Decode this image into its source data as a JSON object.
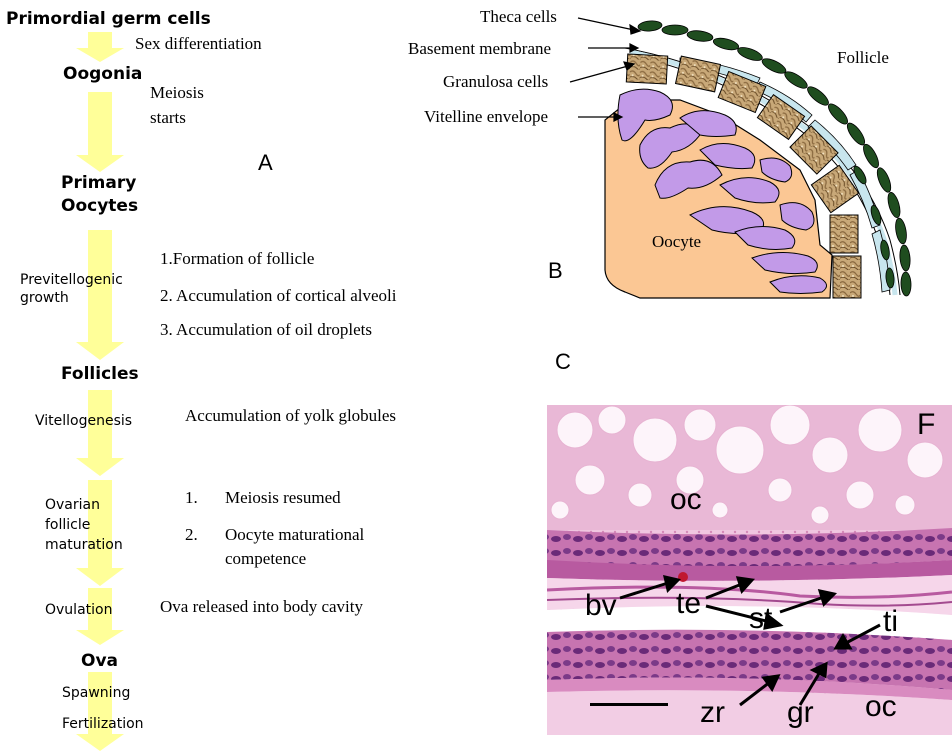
{
  "panel_a": {
    "label": "A",
    "stages": {
      "primordial": "Primordial germ cells",
      "oogonia": "Oogonia",
      "primary_line1": "Primary",
      "primary_line2": "Oocytes",
      "follicles": "Follicles",
      "ova": "Ova"
    },
    "processes": {
      "previtellogenic_line1": "Previtellogenic",
      "previtellogenic_line2": "growth",
      "vitellogenesis": "Vitellogenesis",
      "ovarian_line1": "Ovarian",
      "ovarian_line2": "follicle",
      "ovarian_line3": "maturation",
      "ovulation": "Ovulation",
      "spawning": "Spawning",
      "fertilization": "Fertilization"
    },
    "notes": {
      "sex_diff": "Sex differentiation",
      "meiosis_line1": "Meiosis",
      "meiosis_line2": "starts",
      "previt_1": "1.Formation of follicle",
      "previt_2": "2. Accumulation of cortical alveoli",
      "previt_3": "3. Accumulation of oil droplets",
      "vitello": "Accumulation of yolk globules",
      "mat_1_num": "1.",
      "mat_1_text": "Meiosis resumed",
      "mat_2_num": "2.",
      "mat_2_text_line1": "Oocyte maturational",
      "mat_2_text_line2": "competence",
      "ovulation_note": "Ova released into body cavity"
    },
    "arrow_color": "#ffff99"
  },
  "panel_b": {
    "label": "B",
    "labels": {
      "theca": "Theca cells",
      "basement": "Basement membrane",
      "granulosa": "Granulosa cells",
      "vitelline": "Vitelline envelope",
      "follicle": "Follicle",
      "oocyte": "Oocyte"
    },
    "colors": {
      "theca": "#1f4d1f",
      "basement": "#c8e6ee",
      "granulosa": "#c8a878",
      "vitelline": "#c29ae8",
      "oocyte": "#fbc794"
    }
  },
  "panel_c": {
    "label": "C",
    "labels": {
      "corner": "F",
      "oc_top": "oc",
      "bv": "bv",
      "te": "te",
      "st": "st",
      "ti": "ti",
      "zr": "zr",
      "gr": "gr",
      "oc_bottom": "oc"
    }
  }
}
